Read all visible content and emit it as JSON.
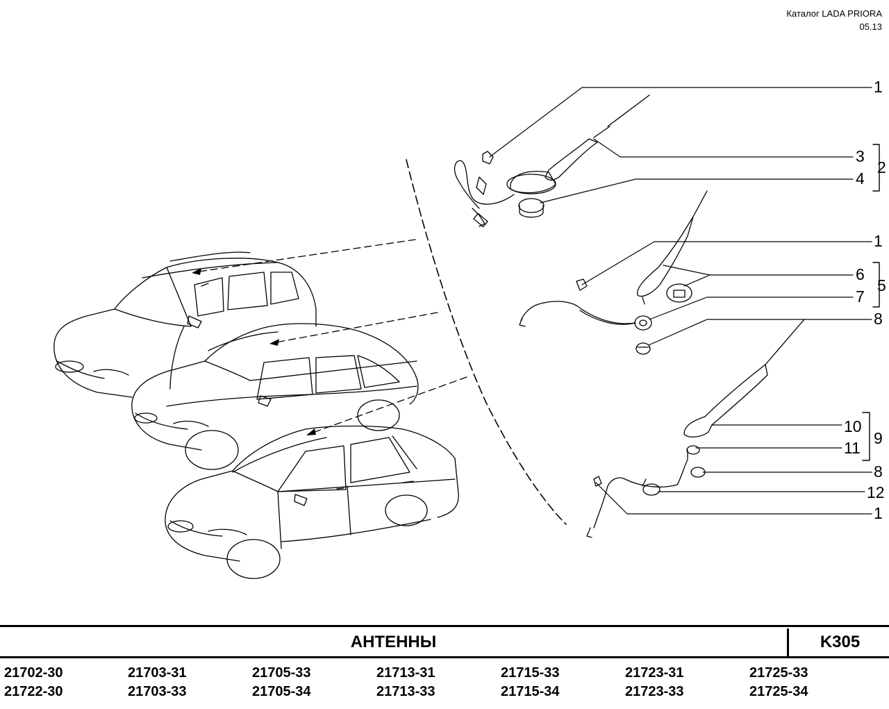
{
  "header": {
    "catalog": "Каталог  LADA  PRIORA",
    "date": "05.13"
  },
  "callouts": {
    "c1a": "1",
    "c3": "3",
    "c2": "2",
    "c4": "4",
    "c1b": "1",
    "c6": "6",
    "c5": "5",
    "c7": "7",
    "c8a": "8",
    "c10": "10",
    "c9": "9",
    "c11": "11",
    "c8b": "8",
    "c12": "12",
    "c1c": "1"
  },
  "footer": {
    "title": "АНТЕННЫ",
    "code": "K305",
    "models": [
      [
        "21702-30",
        "21722-30"
      ],
      [
        "21703-31",
        "21703-33"
      ],
      [
        "21705-33",
        "21705-34"
      ],
      [
        "21713-31",
        "21713-33"
      ],
      [
        "21715-33",
        "21715-34"
      ],
      [
        "21723-31",
        "21723-33"
      ],
      [
        "21725-33",
        "21725-34"
      ]
    ]
  }
}
